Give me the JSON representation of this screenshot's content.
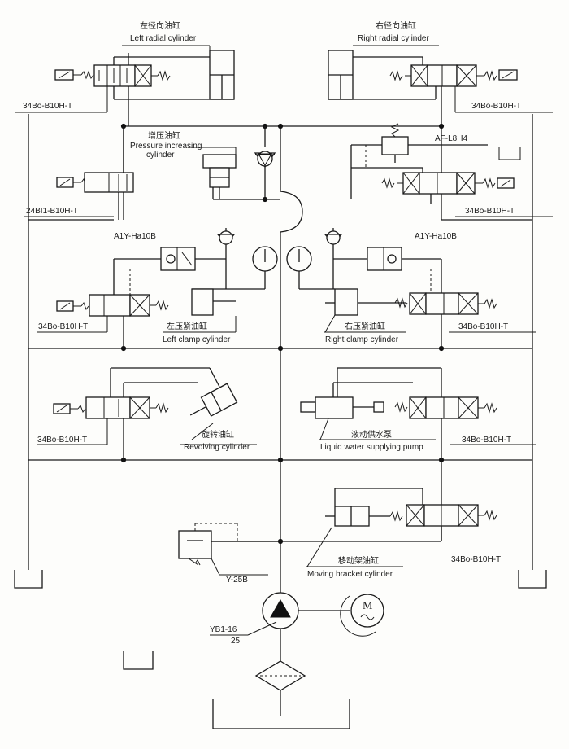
{
  "labels": {
    "left_radial_cn": "左径向油缸",
    "left_radial_en": "Left radial cylinder",
    "right_radial_cn": "右径向油缸",
    "right_radial_en": "Right radial cylinder",
    "valve_tl": "34Bo-B10H-T",
    "valve_tr": "34Bo-B10H-T",
    "pressure_cn": "增压油缸",
    "pressure_en_1": "Pressure increasing",
    "pressure_en_2": "cylinder",
    "af_valve": "AF-L8H4",
    "valve_24bi": "24BI1-B10H-T",
    "valve_r2": "34Bo-B10H-T",
    "a1y_left": "A1Y-Ha10B",
    "a1y_right": "A1Y-Ha10B",
    "valve_ml": "34Bo-B10H-T",
    "left_clamp_cn": "左压紧油缸",
    "left_clamp_en": "Left clamp cylinder",
    "right_clamp_cn": "右压紧油缸",
    "right_clamp_en": "Right clamp cylinder",
    "valve_mr": "34Bo-B10H-T",
    "valve_ll": "34Bo-B10H-T",
    "revolving_cn": "旋转油缸",
    "revolving_en": "Revolving cylinder",
    "pump_cn": "液动供水泵",
    "pump_en": "Liquid water supplying pump",
    "valve_lr": "34Bo-B10H-T",
    "relief_valve": "Y-25B",
    "moving_cn": "移动架油缸",
    "moving_en": "Moving bracket cylinder",
    "valve_bottom": "34Bo-B10H-T",
    "pump_model_1": "YB1-16",
    "pump_model_2": "25",
    "motor_letter": "M"
  }
}
